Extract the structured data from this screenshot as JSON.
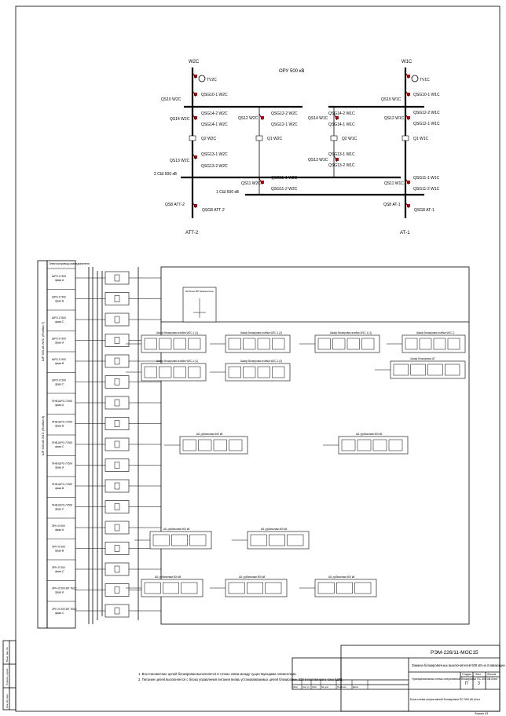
{
  "scheme": {
    "title": "ОРУ 500 кВ",
    "left": {
      "top_label": "W2C",
      "tv": "TV2C",
      "qsg_top": "QSG10-1 W2C",
      "qs_main": "QS10 W2C",
      "qs_sub1": "QSG14-2 W2C",
      "qs_sub2": "QS14 W2C",
      "qs_sub3": "QSG14-1 W2C",
      "q_main": "Q2 W2C",
      "qsg_b1": "QSG13-1 W2C",
      "qs_b": "QS13 W2C",
      "qsg_b2": "QSG13-2 W2C",
      "bus": "2 СШ 500 кВ",
      "qs_att": "QS8 АТТ-2",
      "qsg_att": "QSG8 АТТ-2",
      "bottom_label": "АТТ-2"
    },
    "mid_left": {
      "qsg_a": "QSG12-2 W2C",
      "qs_a": "QS12 W2C",
      "qsg_b": "QSG12-1 W2C",
      "q": "Q1 W2C",
      "qsg_c": "QSG11-1 W2C",
      "qs_c": "QS11 W2C",
      "qsg_d": "QSG11-2 W2C",
      "bus": "1 СШ 500 кВ"
    },
    "mid_right": {
      "qsg_a": "QSG14-2 W1C",
      "qs_a": "QS14 W1C",
      "qsg_b": "QSG14-1 W1C",
      "q": "Q2 W1C",
      "qsg_c": "QSG13-1 W1C",
      "qs_c": "QS13 W1C",
      "qsg_d": "QSG13-2 W1C"
    },
    "right": {
      "top_label": "W1C",
      "tv": "TV1C",
      "qsg_top": "QSG10-1 W1C",
      "qs_main": "QS10 W1C",
      "qs_sub1": "QSG12-2 W1C",
      "qs_sub2": "QS12 W1C",
      "qs_sub3": "QSG12-1 W1C",
      "q_main": "Q1 W1C",
      "qsg_b1": "QSG11-1 W1C",
      "qs_b": "QS11 W1C",
      "qsg_b2": "QSG11-2 W1C",
      "qs_at": "QS8 АТ-1",
      "qsg_at": "QSG8 АТ-1",
      "bottom_label": "АТ-1"
    }
  },
  "diagram": {
    "left_header": "Электропривод разъединителя",
    "side_group1": "ШР 500 кВ W2C (Ячейка 7)",
    "side_group2": "ШР 500 кВ W1C (Ячейка 8)",
    "left_rows": [
      "ШРО-Л 500 фаза А",
      "ШРО-Л 500 фаза В",
      "ШРО-Л 500 фаза С",
      "ШРО-Л 500 фаза А",
      "ШРО-Л 500 фаза В",
      "ШРО-Л 500 фаза С",
      "ПНВ-ШРО-Л 500 фаза А",
      "ПНВ-ШРО-Л 500 фаза В",
      "ПНВ-ШРО-Л 500 фаза С",
      "ПНВ-ШРО-Л 500 фаза А",
      "ПНВ-ШРО-Л 500 фаза В",
      "ПНВ-ШРО-Л 500 фаза С",
      "ЗРН-Л 500 фаза А",
      "ЗРН-Л 500 фаза В",
      "ЗРН-Л 500 фаза С",
      "ЗРН-Л 500 ВП ТВ1С фаза А",
      "ЗРН-Л 500 ВП ТВ1С фаза С"
    ],
    "small_block": "Ш1 Блок ВП Заземлитель",
    "cabinets_row1": [
      "Шкаф блокировок ячейки W2С-1 (1)",
      "Шкаф блокировок ячейки W2С-1 (2)",
      "Шкаф блокировок ячейки W1С-1 (1)",
      "Шкаф блокировок ячейки W1С-2"
    ],
    "cabinets_row2": [
      "Шкаф блокировок ячейки W2С-2 (1)",
      "Шкаф блокировок ячейки W2С-2 (2)",
      "Шкаф блокировок АТ"
    ],
    "cabinets_row3": [
      "Ш1 рубильники 500 кВ",
      "Ш1 рубильники 500 кВ"
    ],
    "cabinets_row4": [
      "Ш1 рубильники 500 кВ",
      "Ш1 рубильники 500 кВ"
    ],
    "cabinets_row5": [
      "Ш1 рубильники 500 кВ",
      "Ш1 рубильники 500 кВ",
      "Ш1 рубильники 500 кВ"
    ]
  },
  "notes": [
    "1. Восстановление цепей блокировки выполняется в точках связи между существующими элементами.",
    "2. Питание цепей выполняется с блока управления питания вновь устанавливаемых цепей блокировки, 220 в постоянного тока (ШВ)."
  ],
  "stamp": {
    "code": "РЭМ-226/11-МОС15",
    "subtitle": "Замена блокировочных выключателей 500 кВ на плавающие",
    "desc": "Принципиальная схема оперативной блокировки ПС 500 кВ Алит",
    "stage_h": "Стадия",
    "sheet_h": "Лист",
    "sheets_h": "Листов",
    "stage": "П",
    "sheet": "3",
    "org": "Блок-схема оперативной блокировки ПС 500 кВ Алит",
    "format": "Формат А3",
    "row_headers": [
      "Изм.",
      "Кол.уч",
      "Лист",
      "№ док.",
      "Подпись",
      "Дата"
    ]
  },
  "left_stamp": [
    "Инв. № подл.",
    "Подпись и дата",
    "Взам. инв. №"
  ]
}
